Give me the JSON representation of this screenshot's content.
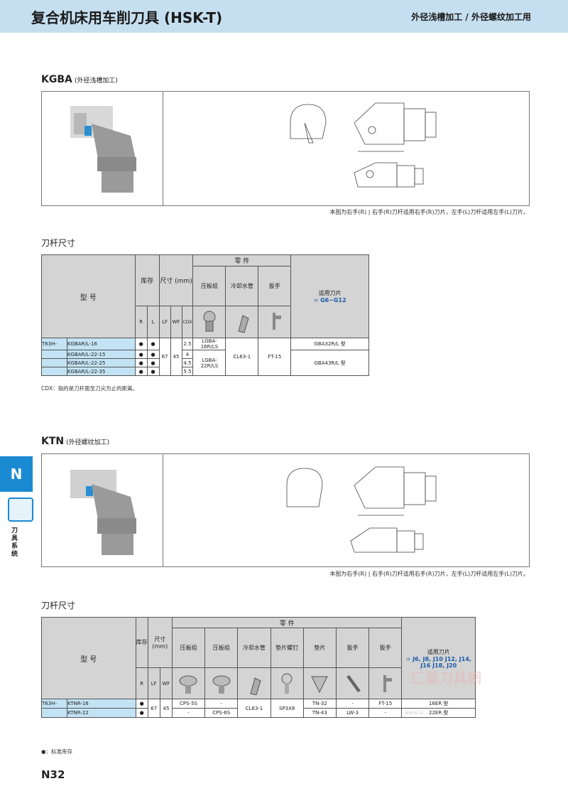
{
  "header": {
    "title": "复合机床用车削刀具 (HSK-T)",
    "right": "外径浅槽加工 / 外径螺纹加工用"
  },
  "kgba": {
    "code": "KGBA",
    "desc": "(外径浅槽加工)",
    "note": "本图为右手(R) | 右手(R)刀杆适用右手(R)刀片，左手(L)刀杆适用左手(L)刀片。",
    "dim_title": "刀杆尺寸",
    "head": {
      "parts": "零 件",
      "model": "型 号",
      "stock": "库存",
      "size": "尺寸 (mm)",
      "clamp": "压板组",
      "coolant": "冷却水管",
      "wrench": "扳手",
      "insert_title": "适用刀片",
      "insert_range": "G6~G12",
      "r": "R",
      "l": "L",
      "lf": "LF",
      "wf": "WF",
      "cdx": "CDX"
    },
    "rows": [
      {
        "prefix": "T63H-",
        "model": "KGBAR/L-16",
        "r": "●",
        "l": "●",
        "cdx": "2.5"
      },
      {
        "prefix": "",
        "model": "KGBAR/L-22-15",
        "r": "●",
        "l": "●",
        "cdx": "4"
      },
      {
        "prefix": "",
        "model": "KGBAR/L-22-25",
        "r": "●",
        "l": "●",
        "cdx": "4.5"
      },
      {
        "prefix": "",
        "model": "KGBAR/L-22-35",
        "r": "●",
        "l": "●",
        "cdx": "5.5"
      }
    ],
    "lf": "67",
    "wf": "45",
    "clamp1": "LGBA-16R/LS",
    "clamp2": "LGBA-22R/LS",
    "coolant_val": "CL63-1",
    "wrench_val": "FT-15",
    "insert1": "GBA32R/L 型",
    "insert2": "GBA43R/L 型",
    "cdx_note": "CDX：指的是刀杆面至刀尖为止的距离。"
  },
  "ktn": {
    "code": "KTN",
    "desc": "(外径螺纹加工)",
    "note": "本图为右手(R) | 右手(R)刀杆适用右手(R)刀片，左手(L)刀杆适用左手(L)刀片。",
    "dim_title": "刀杆尺寸",
    "head": {
      "parts": "零 件",
      "model": "型 号",
      "stock": "库存",
      "size": "尺寸 (mm)",
      "clamp1": "压板组",
      "clamp2": "压板组",
      "coolant": "冷却水管",
      "screw": "垫片螺钉",
      "shim": "垫片",
      "wrench1": "扳手",
      "wrench2": "扳手",
      "insert_title": "适用刀片",
      "insert_list": "J6, J8, J10 J12, J14, J16 J18, J20",
      "r": "R",
      "lf": "LF",
      "wf": "WF"
    },
    "rows": [
      {
        "prefix": "T63H-",
        "model": "KTNR-16",
        "r": "●",
        "clamp1": "CPS-5S",
        "clamp2": "-",
        "shim": "TN-32",
        "wrench1": "-",
        "wrench2": "FT-15",
        "insert": "16ER 型"
      },
      {
        "prefix": "",
        "model": "KTNR-22",
        "r": "●",
        "clamp1": "-",
        "clamp2": "CPS-6S",
        "shim": "TN-43",
        "wrench1": "LW-3",
        "wrench2": "-",
        "insert": "22ER 型"
      }
    ],
    "lf": "67",
    "wf": "45",
    "coolant_val": "CL63-1",
    "screw_val": "SP3X8"
  },
  "footer": {
    "legend": "●：标准库存",
    "page": "N32"
  },
  "side": {
    "tab": "N",
    "text": "刀具系统"
  },
  "watermark": {
    "logo": "匚量刀具網",
    "url": "WWW.GL..."
  }
}
